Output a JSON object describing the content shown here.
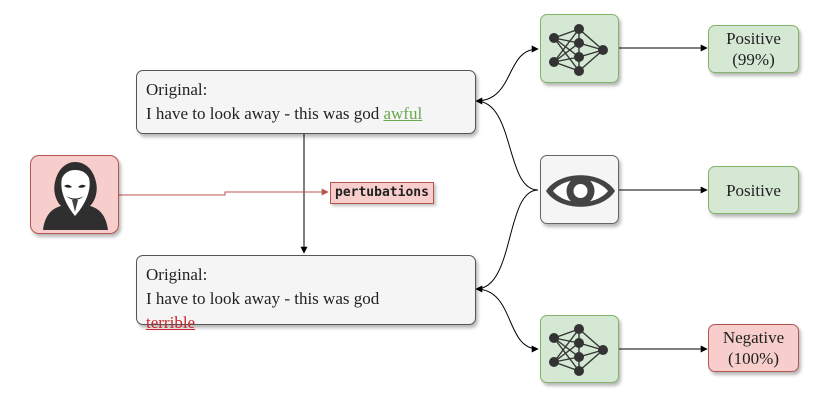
{
  "original_box": {
    "heading": "Original:",
    "sentence": "I have to look away - this was god ",
    "highlight_word": "awful"
  },
  "adversarial_box": {
    "heading": "Original:",
    "sentence": "I have to look away - this was god",
    "highlight_word": "terrible"
  },
  "perturbation_label": "pertubations",
  "outputs": {
    "top": {
      "line1": "Positive",
      "line2": "(99%)"
    },
    "middle": {
      "line1": "Positive"
    },
    "bottom": {
      "line1": "Negative",
      "line2": "(100%)"
    }
  },
  "colors": {
    "green_fill": "#d5e8d4",
    "green_border": "#82b366",
    "red_fill": "#f8cecc",
    "red_border": "#b85450",
    "grey_fill": "#f5f5f5"
  },
  "icons": {
    "attacker": "hacker-icon",
    "model": "neural-network-icon",
    "human": "eye-icon"
  }
}
